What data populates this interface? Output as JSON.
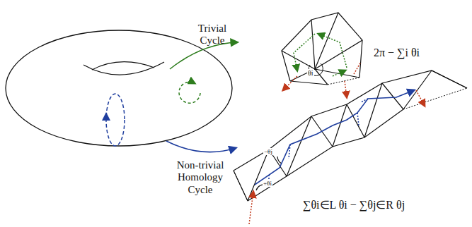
{
  "diagram": {
    "labels": [
      "Trivial Cycle",
      "Non-trivial Homology Cycle",
      "θi",
      "2π − ∑i θi",
      "+θi",
      "−θj",
      "∑θi∈L θi − ∑θj∈R θj"
    ]
  }
}
